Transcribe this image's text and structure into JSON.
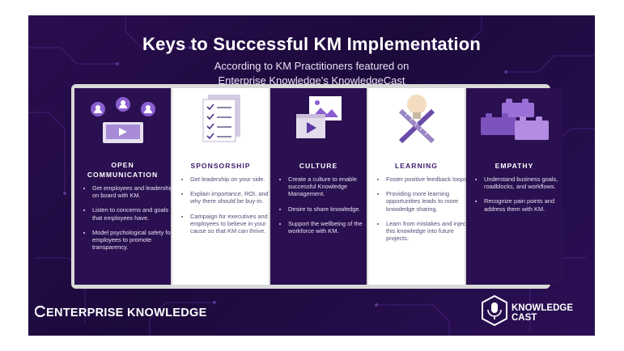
{
  "title": "Keys to Successful KM Implementation",
  "subtitle_line1": "According to KM Practitioners featured on",
  "subtitle_line2": "Enterprise Knowledge’s KnowledgeCast",
  "columns": [
    {
      "heading_line1": "OPEN",
      "heading_line2": "COMMUNICATION",
      "bullets": [
        "Get employees and leadership on board with KM.",
        "Listen to concerns and goals that employees have.",
        "Model psychological safety for employees to promote transparency."
      ]
    },
    {
      "heading_line1": "SPONSORSHIP",
      "bullets": [
        "Get leadership on your side.",
        "Explain importance, ROI, and why there should be buy-in.",
        "Campaign for executives and employees to believe in your cause so that KM can thrive."
      ]
    },
    {
      "heading_line1": "CULTURE",
      "bullets": [
        "Create a culture to enable successful Knowledge Management.",
        "Desire to share knowledge.",
        "Support the wellbeing of the workforce with KM."
      ]
    },
    {
      "heading_line1": "LEARNING",
      "bullets": [
        "Foster positive feedback loops.",
        "Providing more learning opportunities leads to more knowledge sharing.",
        "Learn from mistakes and inject this knowledge into future projects."
      ]
    },
    {
      "heading_line1": "EMPATHY",
      "bullets": [
        "Understand business goals, roadblocks, and workflows.",
        "Recognize pain points and address them with KM."
      ]
    }
  ],
  "footer": {
    "brand": "ENTERPRISE KNOWLEDGE",
    "podcast_line1": "KNOWLEDGE",
    "podcast_line2": "CAST"
  }
}
